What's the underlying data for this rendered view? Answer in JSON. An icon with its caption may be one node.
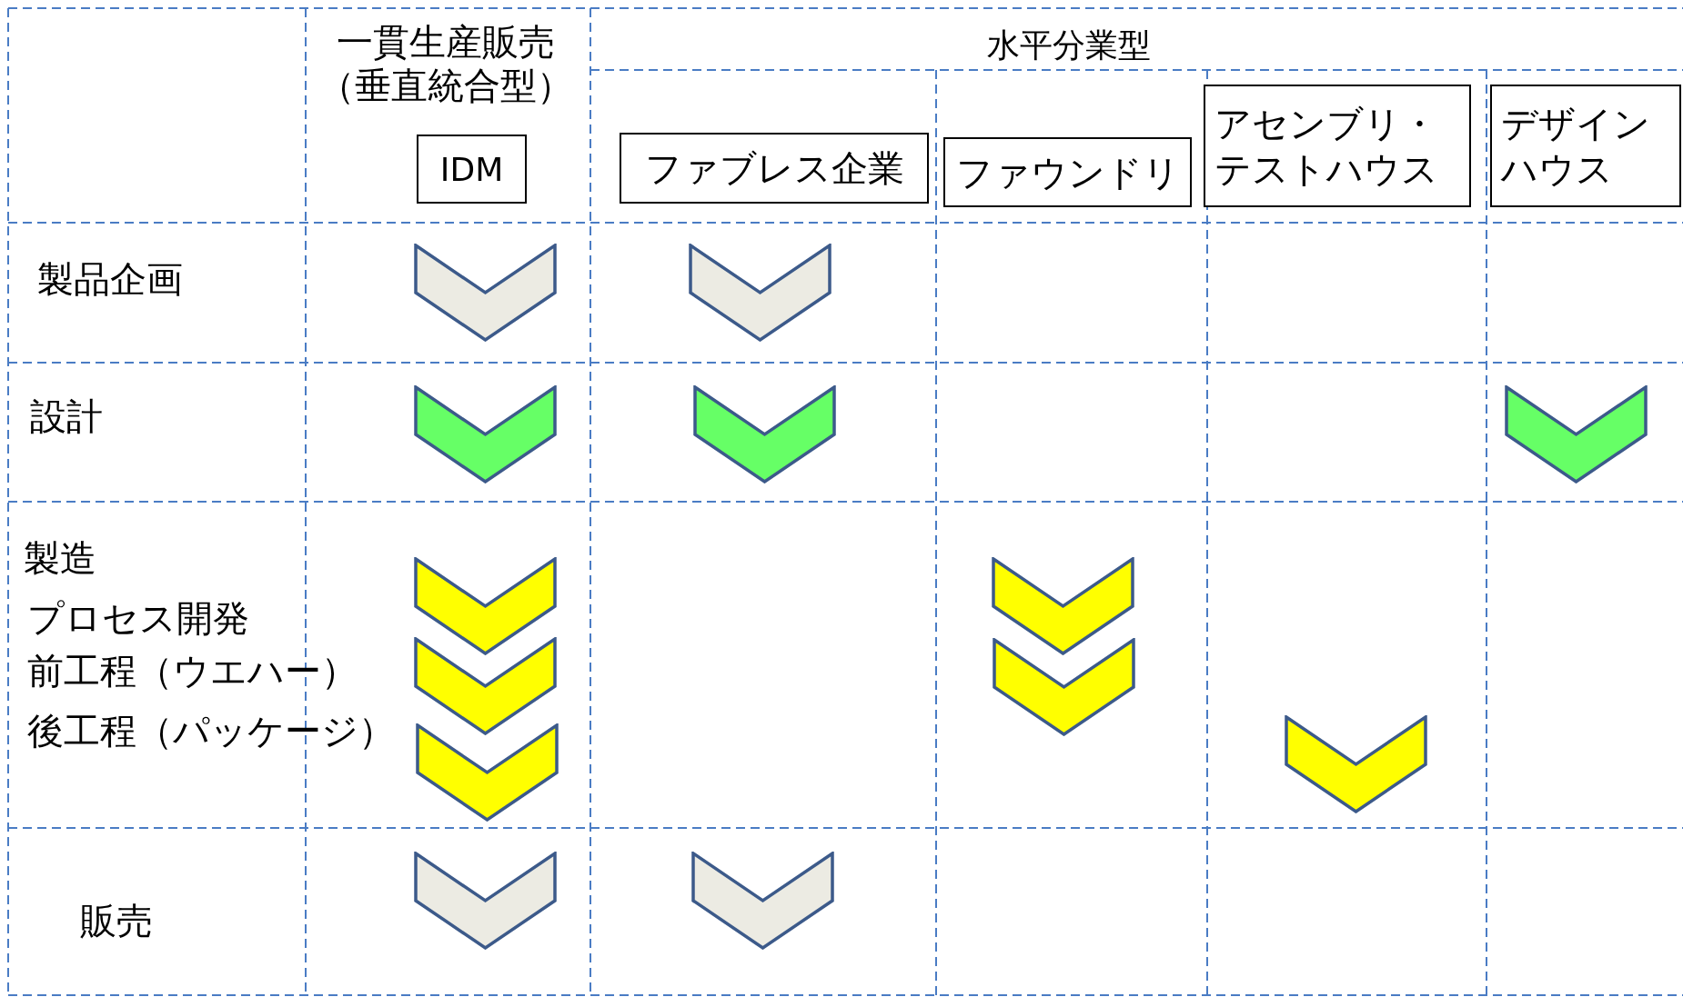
{
  "diagram": {
    "nodes": [
      {
        "text": [
          "IDM"
        ]
      },
      {
        "text": [
          "ファブレス企業"
        ]
      },
      {
        "text": [
          "ファウンドリ"
        ]
      },
      {
        "text": [
          "アセンブリ・テストハウス"
        ]
      },
      {
        "text": [
          "デザインハウス"
        ]
      },
      {
        "text": [],
        "shape": "chevron"
      },
      {
        "text": [],
        "shape": "chevron"
      },
      {
        "text": [],
        "shape": "chevron"
      },
      {
        "text": [],
        "shape": "chevron"
      },
      {
        "text": [],
        "shape": "chevron"
      },
      {
        "text": [],
        "shape": "chevron"
      },
      {
        "text": [],
        "shape": "chevron"
      },
      {
        "text": [],
        "shape": "chevron"
      },
      {
        "text": [],
        "shape": "chevron"
      },
      {
        "text": [],
        "shape": "chevron"
      },
      {
        "text": [],
        "shape": "chevron"
      },
      {
        "text": [],
        "shape": "chevron"
      },
      {
        "text": [],
        "shape": "chevron"
      }
    ],
    "edges": [],
    "labels": [
      "一貫生産販売（垂直統合型）",
      "水平分業型",
      "製品企画",
      "設計",
      "製造",
      "プロセス開発",
      "前工程（ウエハー）",
      "後工程（パッケージ）",
      "販売"
    ]
  }
}
